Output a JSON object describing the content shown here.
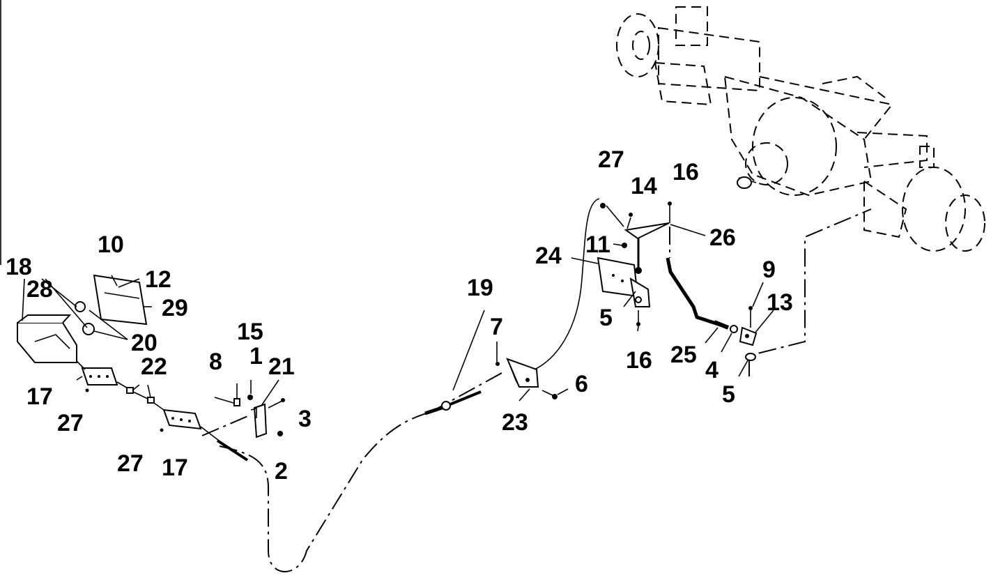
{
  "diagram": {
    "callouts": {
      "c1": "1",
      "c2": "2",
      "c3": "3",
      "c4": "4",
      "c5a": "5",
      "c5b": "5",
      "c6": "6",
      "c7": "7",
      "c8": "8",
      "c9": "9",
      "c10": "10",
      "c11": "11",
      "c12": "12",
      "c13": "13",
      "c14": "14",
      "c15": "15",
      "c16a": "16",
      "c16b": "16",
      "c17a": "17",
      "c17b": "17",
      "c18": "18",
      "c19": "19",
      "c20": "20",
      "c21": "21",
      "c22": "22",
      "c23": "23",
      "c24": "24",
      "c25": "25",
      "c26": "26",
      "c27a": "27",
      "c27b": "27",
      "c27c": "27",
      "c28": "28",
      "c29": "29"
    }
  }
}
